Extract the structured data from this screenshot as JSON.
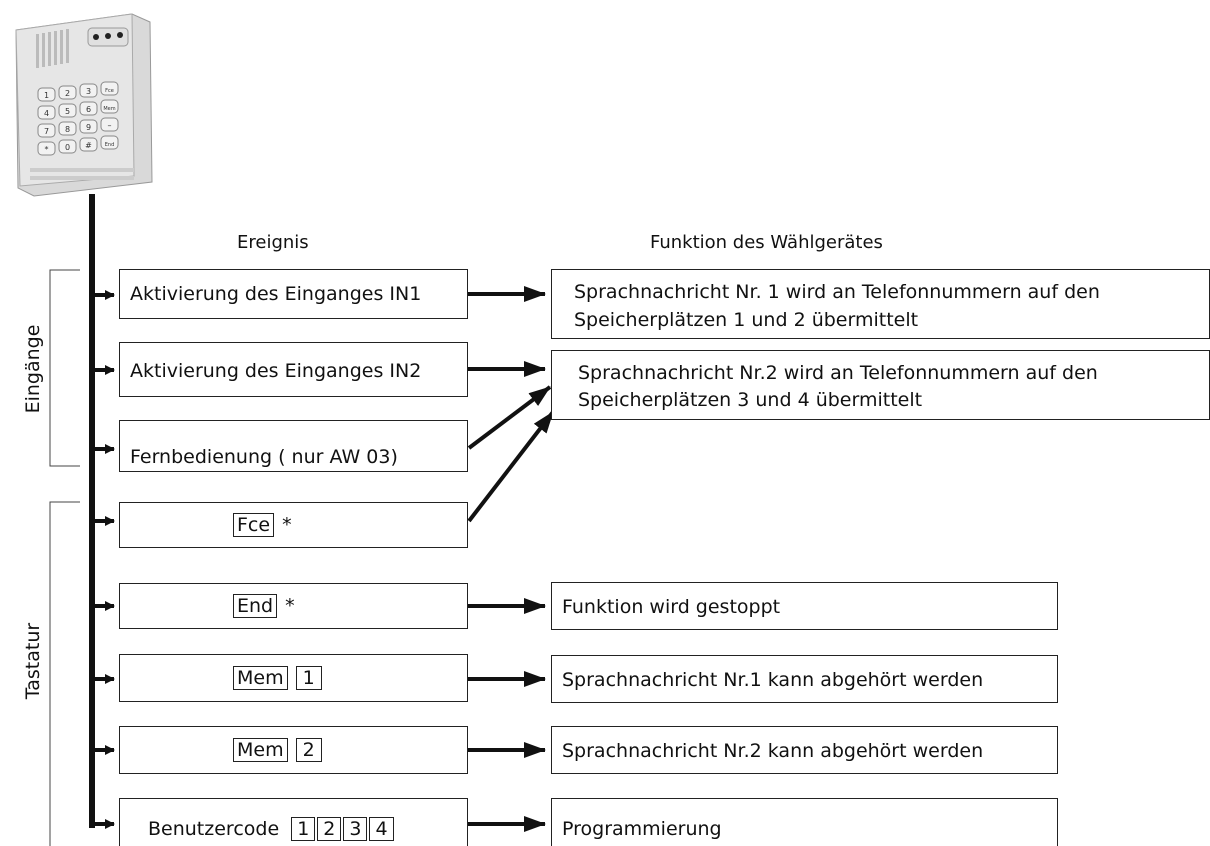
{
  "headers": {
    "event": "Ereignis",
    "function": "Funktion des Wählgerätes"
  },
  "groups": {
    "inputs": "Eingänge",
    "keyboard": "Tastatur"
  },
  "device": {
    "keys": [
      "1",
      "2",
      "3",
      "Fce",
      "4",
      "5",
      "6",
      "Mem",
      "7",
      "8",
      "9",
      "–",
      "*",
      "0",
      "#",
      "End"
    ]
  },
  "events": {
    "in1": "Aktivierung des Einganges IN1",
    "in2": "Aktivierung des Einganges IN2",
    "remote": "Fernbedienung ( nur AW 03)",
    "fce": {
      "key": "Fce",
      "suffix": "*"
    },
    "end": {
      "key": "End",
      "suffix": "*"
    },
    "mem1": {
      "key": "Mem",
      "num": "1"
    },
    "mem2": {
      "key": "Mem",
      "num": "2"
    },
    "code": {
      "label": "Benutzercode",
      "digits": [
        "1",
        "2",
        "3",
        "4"
      ]
    }
  },
  "functions": {
    "msg1_line1": "Sprachnachricht Nr. 1 wird an Telefonnummern auf den",
    "msg1_line2": "Speicherplätzen 1 und 2 übermittelt",
    "msg2_line1": "Sprachnachricht Nr.2  wird an Telefonnummern auf den",
    "msg2_line2": "Speicherplätzen 3 und 4 übermittelt",
    "stop": "Funktion wird gestoppt",
    "play1": "Sprachnachricht Nr.1 kann abgehört werden",
    "play2": "Sprachnachricht Nr.2 kann abgehört werden",
    "program": "Programmierung"
  }
}
